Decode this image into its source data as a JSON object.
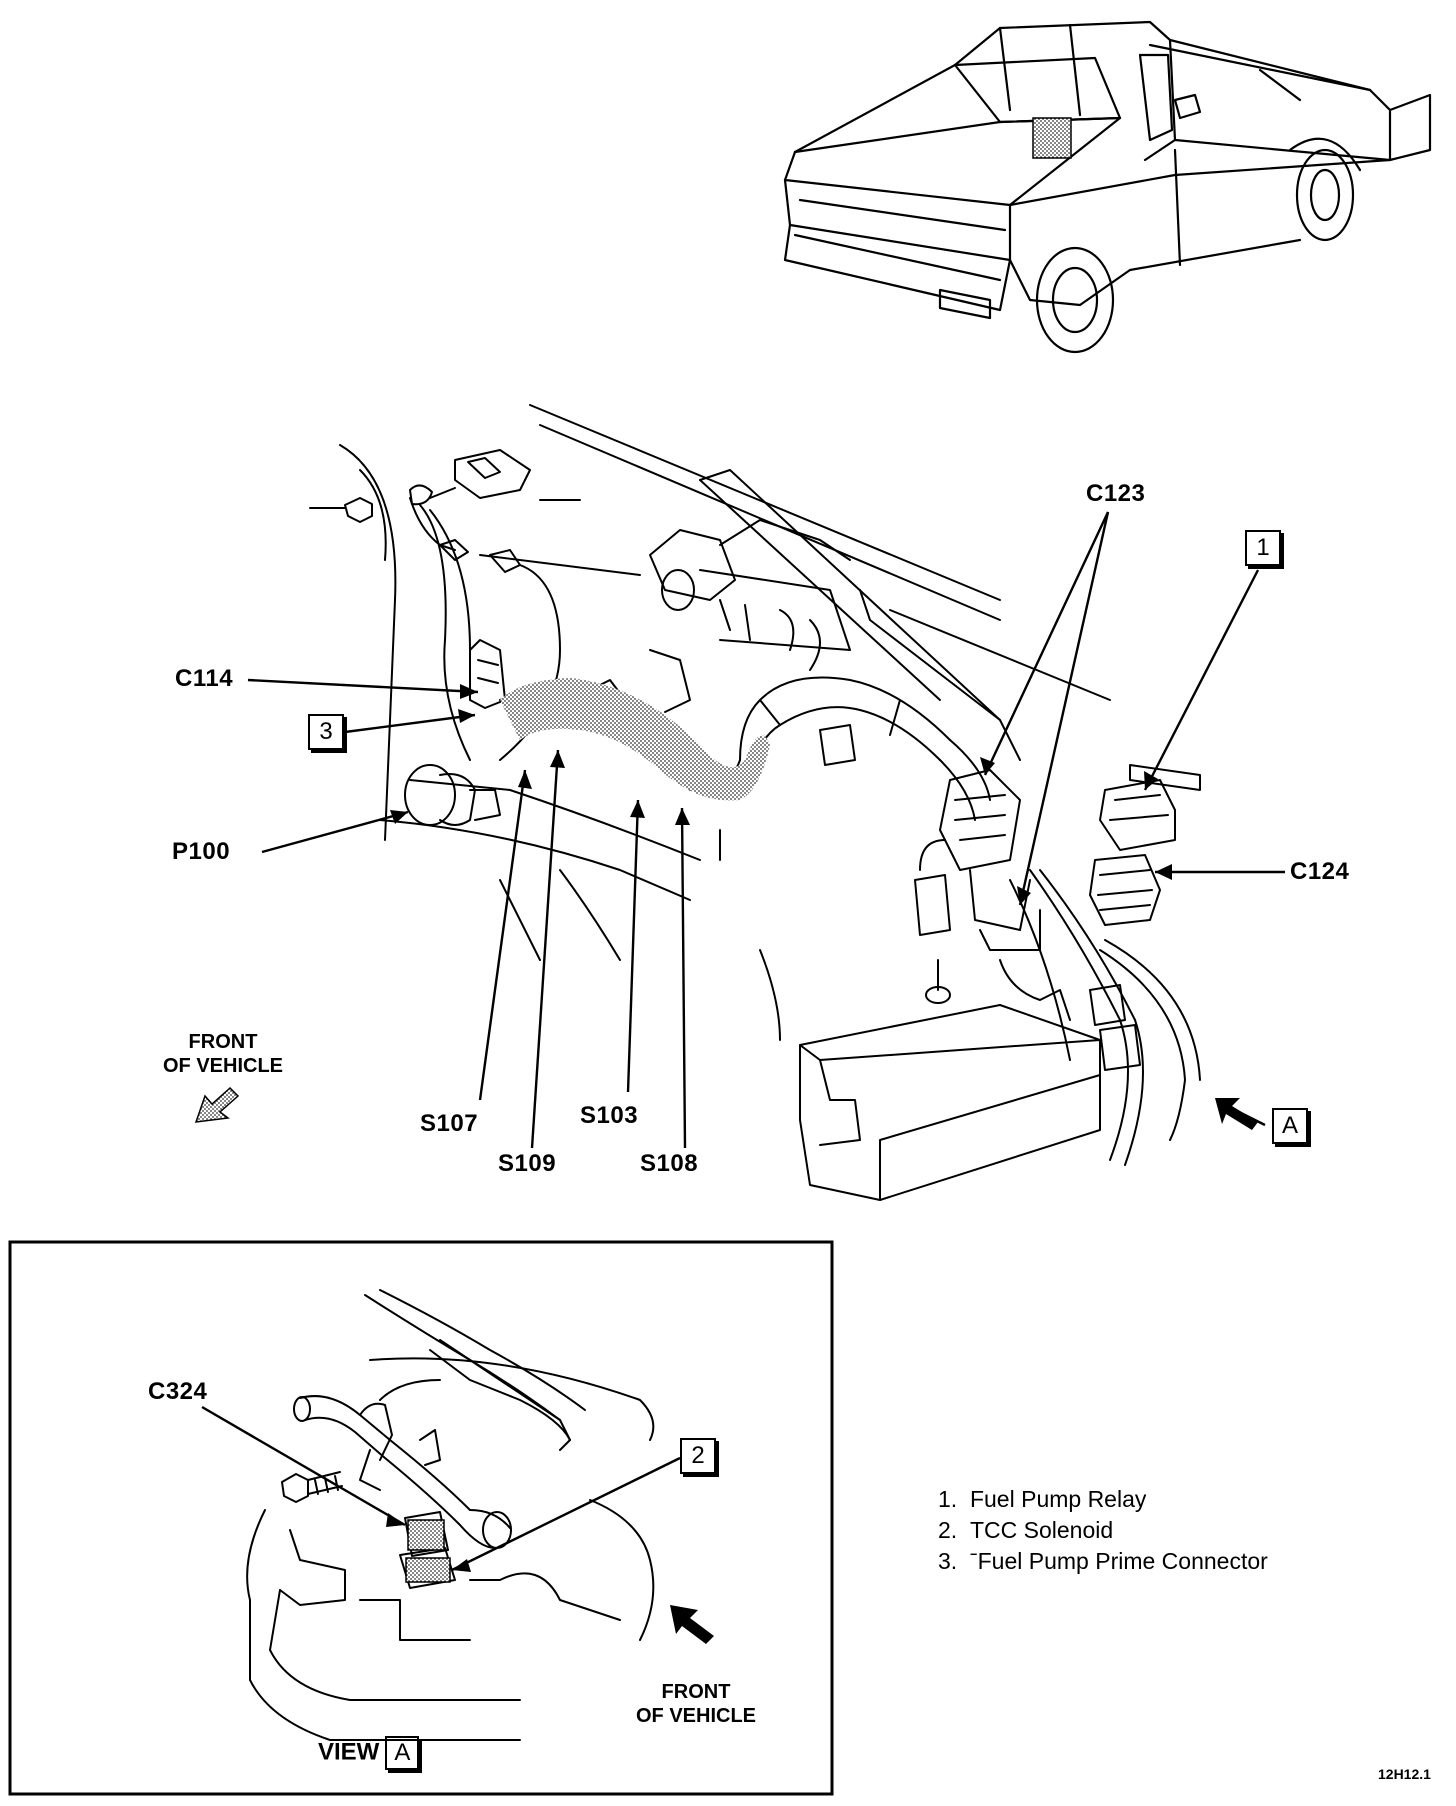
{
  "labels": {
    "c123": "C123",
    "c114": "C114",
    "p100": "P100",
    "c124": "C124",
    "s107": "S107",
    "s109": "S109",
    "s103": "S103",
    "s108": "S108",
    "c324": "C324"
  },
  "callouts": {
    "one": "1",
    "two": "2",
    "three": "3",
    "a": "A"
  },
  "front_of_vehicle": {
    "line1": "FRONT",
    "line2": "OF VEHICLE"
  },
  "view": {
    "label": "VIEW",
    "letter": "A"
  },
  "legend": [
    {
      "num": "1.",
      "text": "Fuel Pump Relay"
    },
    {
      "num": "2.",
      "text": "TCC Solenoid"
    },
    {
      "num": "3.",
      "text": "ˉFuel Pump Prime Connector"
    }
  ],
  "figure_id": "12H12.1"
}
